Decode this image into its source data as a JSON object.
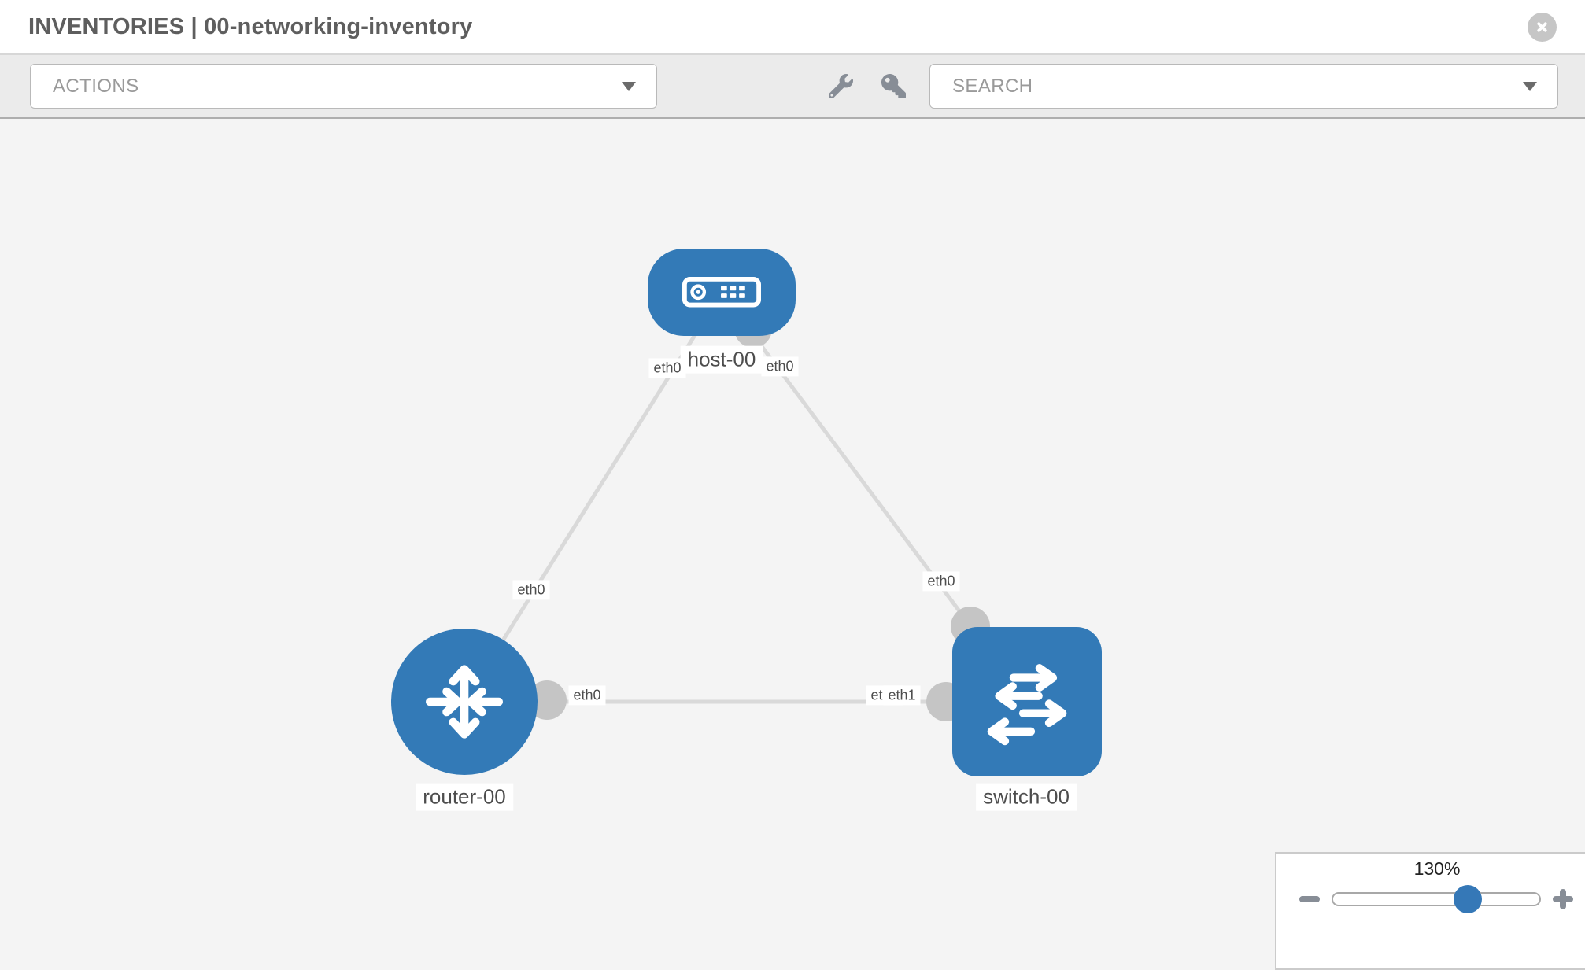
{
  "window": {
    "title": "INVENTORIES | 00-networking-inventory"
  },
  "toolbar": {
    "actions_label": "ACTIONS",
    "search_label": "SEARCH",
    "tools": [
      {
        "name": "wrench"
      },
      {
        "name": "key"
      }
    ]
  },
  "topology": {
    "nodes": [
      {
        "label": "host-00",
        "type": "host"
      },
      {
        "label": "router-00",
        "type": "router"
      },
      {
        "label": "switch-00",
        "type": "switch"
      }
    ],
    "links": [
      {
        "source": "host-00",
        "target": "router-00",
        "source_interface": "eth0",
        "target_interface": "eth0"
      },
      {
        "source": "host-00",
        "target": "switch-00",
        "source_interface": "eth0",
        "target_interface": "eth0"
      },
      {
        "source": "router-00",
        "target": "switch-00",
        "source_interface": "eth0",
        "target_interface": "eth1"
      }
    ],
    "interface_labels": [
      {
        "text": "eth0"
      },
      {
        "text": "eth0"
      },
      {
        "text": "eth0"
      },
      {
        "text": "eth0"
      },
      {
        "text": "eth0"
      },
      {
        "text": "eth1"
      },
      {
        "text": "eth1"
      }
    ]
  },
  "zoom_control": {
    "value": "130%",
    "minus": "-",
    "plus": "+"
  },
  "colors": {
    "node_fill": "#337ab7",
    "link": "#d9d9d9",
    "port": "#c5c5c5",
    "canvas_bg": "#f4f4f4",
    "toolbar_bg": "#ebebeb",
    "slider_knob": "#3578b7"
  }
}
